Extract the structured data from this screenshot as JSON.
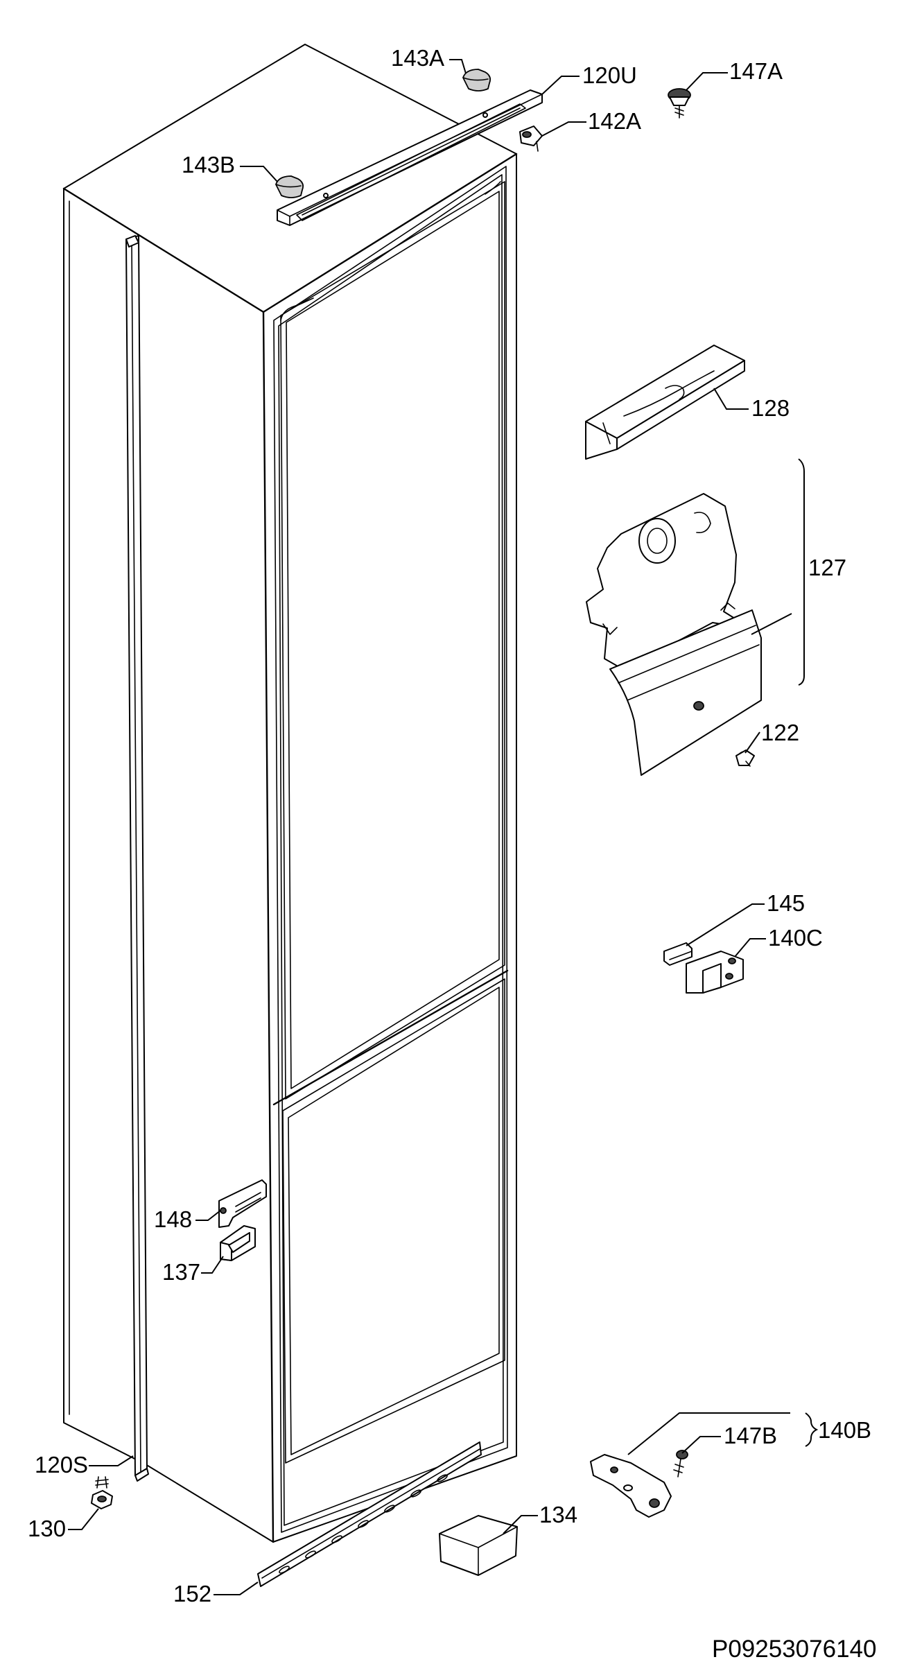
{
  "labels": {
    "l143A": "143A",
    "l120U": "120U",
    "l147A": "147A",
    "l142A": "142A",
    "l143B": "143B",
    "l128": "128",
    "l127": "127",
    "l122": "122",
    "l145": "145",
    "l140C": "140C",
    "l148": "148",
    "l137": "137",
    "l147B": "147B",
    "l140B": "140B",
    "l120S": "120S",
    "l130": "130",
    "l134": "134",
    "l152": "152"
  },
  "document_id": "P09253076140"
}
